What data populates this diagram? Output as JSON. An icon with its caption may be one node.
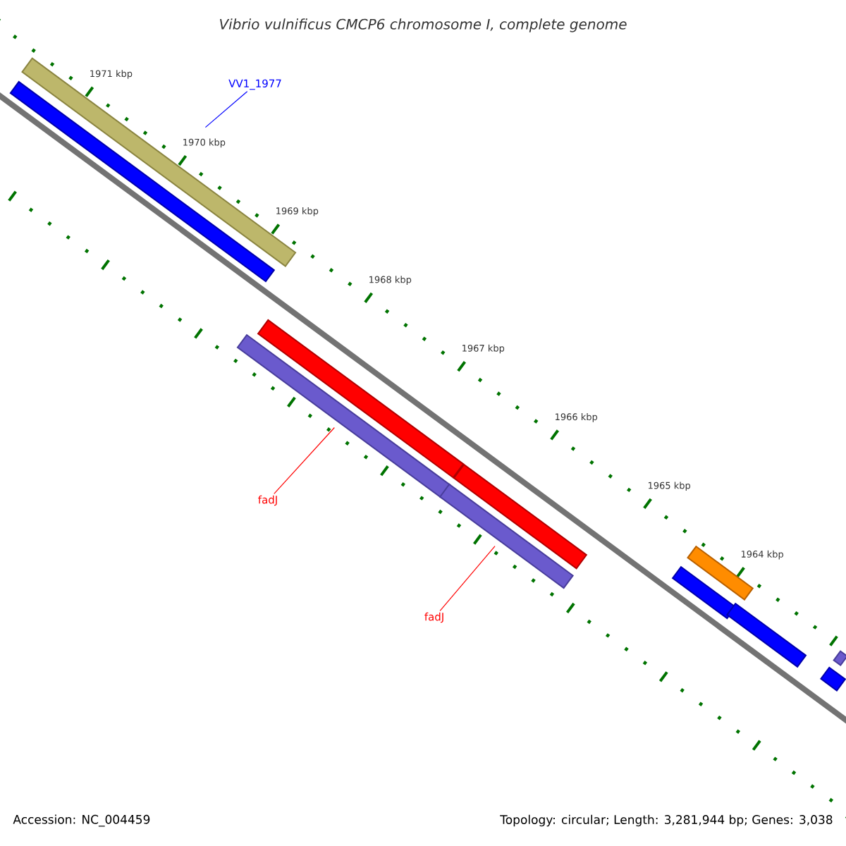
{
  "diagram": {
    "title": "Vibrio vulnificus CMCP6 chromosome I, complete genome",
    "nodes": [
      {
        "text": [
          "VV1_1977"
        ]
      },
      {
        "text": [],
        "shape": "bar"
      },
      {
        "text": [],
        "shape": "bar"
      },
      {
        "text": [],
        "shape": "bar"
      },
      {
        "text": [],
        "shape": "bar"
      },
      {
        "text": [
          "fadJ"
        ]
      },
      {
        "text": [],
        "shape": "bar"
      },
      {
        "text": [],
        "shape": "bar"
      },
      {
        "text": [
          "fadJ"
        ]
      },
      {
        "text": [],
        "shape": "bar"
      },
      {
        "text": [],
        "shape": "bar"
      },
      {
        "text": [],
        "shape": "bar"
      },
      {
        "text": [],
        "shape": "bar"
      },
      {
        "text": [],
        "shape": "bar"
      }
    ],
    "edges": [
      {
        "from": 0,
        "to": 2,
        "arrow": "none",
        "color": "#0000ff"
      },
      {
        "from": 5,
        "to": 3,
        "arrow": "none"
      },
      {
        "from": 8,
        "to": 6,
        "arrow": "none"
      }
    ],
    "labels": [
      "1971 kbp",
      "1970 kbp",
      "1969 kbp",
      "1968 kbp",
      "1967 kbp",
      "1966 kbp",
      "1965 kbp",
      "1964 kbp",
      "Accession: NC_004459",
      "Topology: circular; Length: 3,281,944 bp; Genes: 3,038"
    ]
  }
}
